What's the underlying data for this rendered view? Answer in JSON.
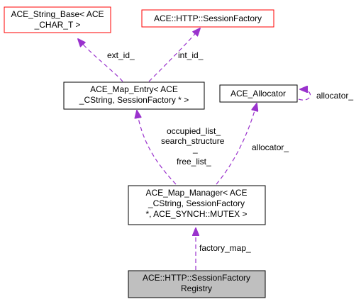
{
  "colors": {
    "edge": "#9a32cd",
    "normal_border": "#000000",
    "missing_border": "#ff0000",
    "focus_fill": "#bfbfbf",
    "background": "#ffffff"
  },
  "nodes": {
    "string_base": {
      "line1": "ACE_String_Base< ACE",
      "line2": "_CHAR_T >"
    },
    "session_factory": {
      "line1": "ACE::HTTP::SessionFactory"
    },
    "map_entry": {
      "line1": "ACE_Map_Entry< ACE",
      "line2": "_CString, SessionFactory * >"
    },
    "allocator": {
      "line1": "ACE_Allocator"
    },
    "map_manager": {
      "line1": "ACE_Map_Manager< ACE",
      "line2": "_CString, SessionFactory",
      "line3": "*, ACE_SYNCH::MUTEX >"
    },
    "registry": {
      "line1": "ACE::HTTP::SessionFactory",
      "line2": "Registry"
    }
  },
  "edge_labels": {
    "ext_id": "ext_id_",
    "int_id": "int_id_",
    "allocator_self": "allocator_",
    "occupied_list": "occupied_list_",
    "search_structure": "search_structure",
    "underscore": "_",
    "free_list": "free_list_",
    "allocator": "allocator_",
    "factory_map": "factory_map_"
  }
}
